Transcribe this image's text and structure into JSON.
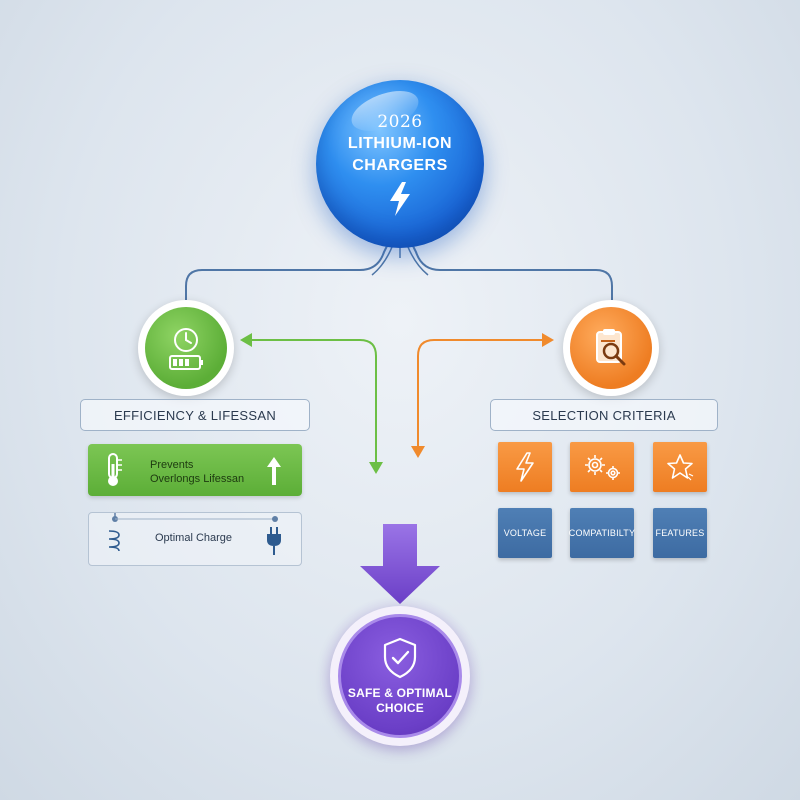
{
  "hub": {
    "year": "2026",
    "line1": "LITHIUM-ION",
    "line2": "CHARGERS",
    "icon": "lightning-bolt-icon",
    "color": "#2f8ff0"
  },
  "left_branch": {
    "icon_top": "clock-icon",
    "icon_bottom": "battery-icon",
    "color": "#5cae37",
    "label": "EFFICIENCY & LIFESSAN",
    "green_bar": {
      "line1": "Prevents",
      "line2": "Overlongs Lifessan",
      "icon_left": "thermometer-icon",
      "icon_right": "arrow-up-icon"
    },
    "charge_box": {
      "label": "Optimal Charge",
      "icon_left": "coil-icon",
      "icon_right": "plug-icon"
    }
  },
  "right_branch": {
    "icon": "clipboard-search-icon",
    "color": "#ee7d22",
    "label": "SELECTION CRITERIA",
    "tiles": [
      {
        "icon": "lightning-icon",
        "label": "VOLTAGE"
      },
      {
        "icon": "gears-icon",
        "label": "COMPATIBILTY"
      },
      {
        "icon": "star-icon",
        "label": "FEATURES"
      }
    ]
  },
  "result": {
    "line1": "SAFE & OPTIMAL",
    "line2": "CHOICE",
    "icon": "shield-check-icon",
    "color": "#6b3fc7"
  }
}
